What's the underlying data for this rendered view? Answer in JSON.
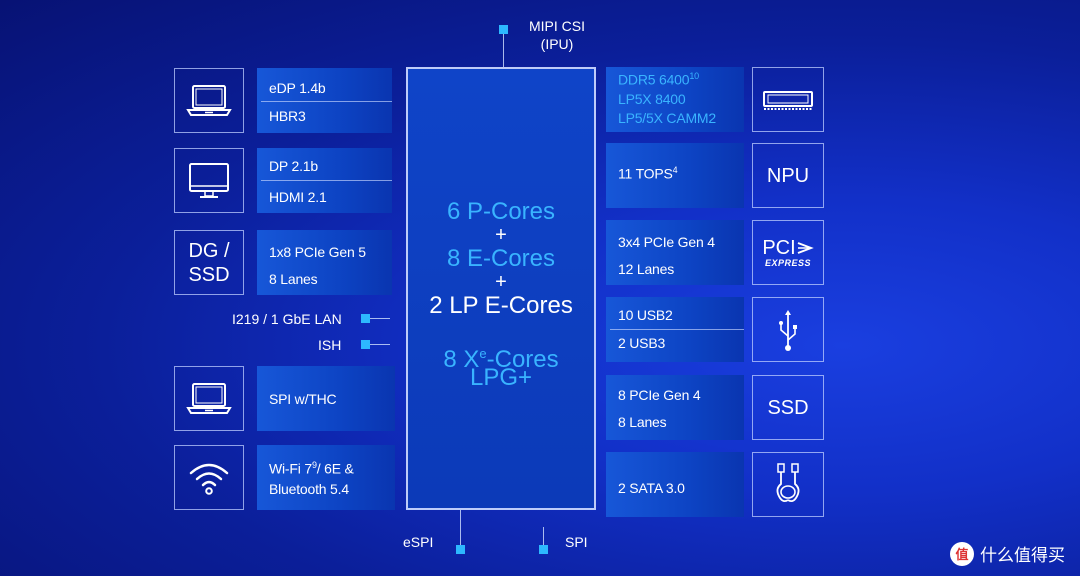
{
  "top": {
    "line1": "MIPI CSI",
    "line2": "(IPU)"
  },
  "cpu": {
    "line1": "6 P-Cores",
    "plus1": "+",
    "line2": "8 E-Cores",
    "plus2": "+",
    "line3": "2 LP E-Cores",
    "line4a": "8 X",
    "line4sup": "e",
    "line4b": "-Cores",
    "line5": "LPG+"
  },
  "left": {
    "display1": {
      "l1": "eDP 1.4b",
      "l2": "HBR3"
    },
    "display2": {
      "l1": "DP 2.1b",
      "l2": "HDMI 2.1"
    },
    "dg": {
      "icon_l1": "DG /",
      "icon_l2": "SSD",
      "l1": "1x8 PCIe Gen 5",
      "l2": "8 Lanes"
    },
    "lan": "I219 / 1 GbE LAN",
    "ish": "ISH",
    "spi": "SPI w/THC",
    "wifi": {
      "l1": "Wi-Fi 7",
      "sup": "9",
      "l1b": "/ 6E &",
      "l2": "Bluetooth 5.4"
    }
  },
  "right": {
    "memory": {
      "l1": "DDR5 6400",
      "l1sup": "10",
      "l2": "LP5X 8400",
      "l3": "LP5/5X CAMM2"
    },
    "npu": {
      "label": "11 TOPS",
      "sup": "4",
      "icon": "NPU"
    },
    "pcie": {
      "l1": "3x4 PCIe Gen 4",
      "l2": "12 Lanes",
      "icon_l1": "PCI",
      "icon_l2": "EXPRESS"
    },
    "usb": {
      "l1": "10 USB2",
      "l2": "2 USB3"
    },
    "ssd": {
      "l1": "8 PCIe Gen 4",
      "l2": "8 Lanes",
      "icon": "SSD"
    },
    "sata": {
      "l1": "2 SATA 3.0"
    }
  },
  "bottom": {
    "espi": "eSPI",
    "spi": "SPI"
  },
  "watermark": {
    "text": "什么值得买",
    "logo": "值"
  },
  "icons": [
    "laptop-icon",
    "monitor-icon",
    "laptop-icon",
    "wifi-icon",
    "memory-module-icon",
    "usb-icon",
    "sata-cable-icon"
  ],
  "colors": {
    "accent": "#39b4ff",
    "memory_text": "#39b4ff",
    "label_box": "#1452d4"
  }
}
